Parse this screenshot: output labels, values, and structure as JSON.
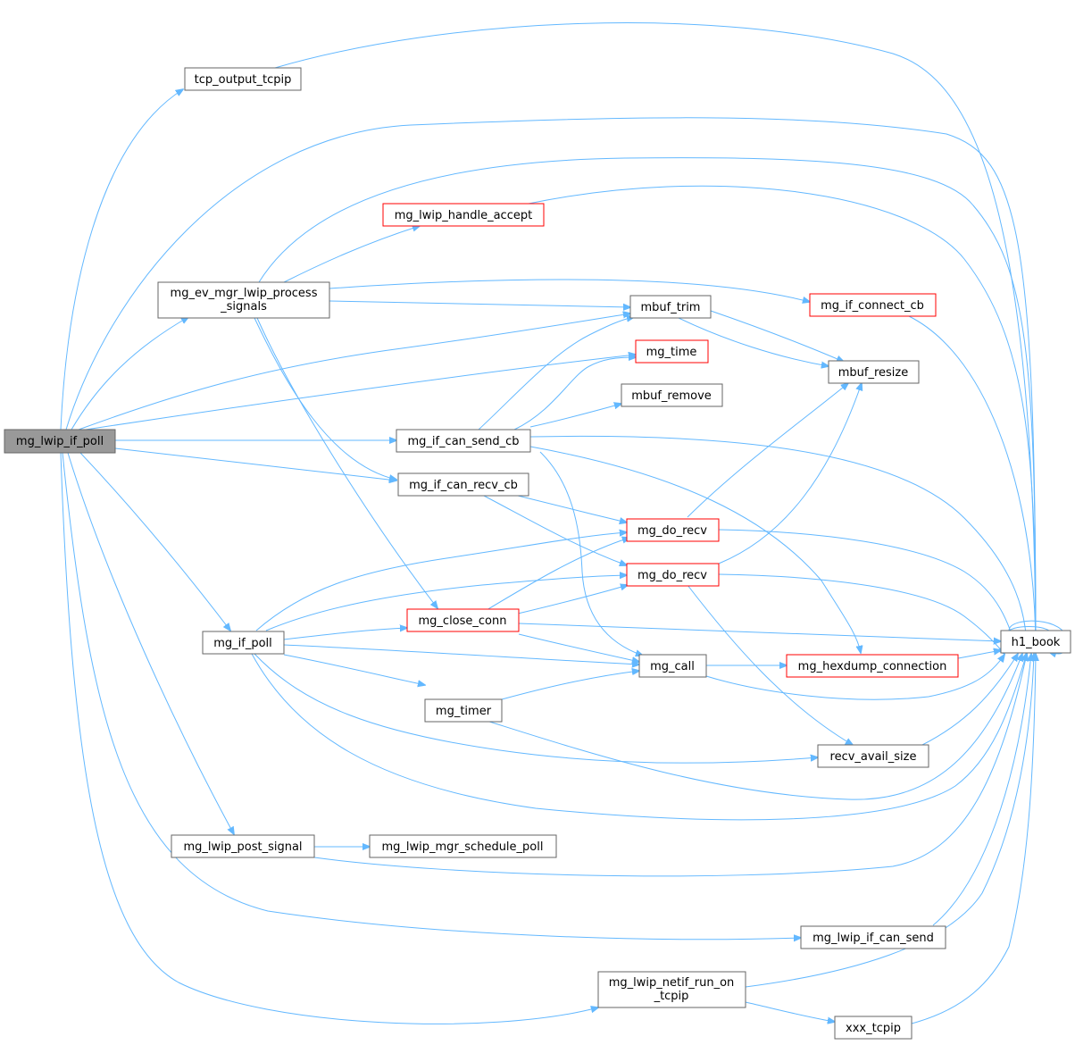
{
  "graph": {
    "colors": {
      "edge": "#63b8ff",
      "node_border": "#666666",
      "truncated_border": "#ff0000",
      "root_fill": "#999999"
    },
    "nodes": {
      "root": {
        "lines": [
          "mg_lwip_if_poll"
        ],
        "style": "root"
      },
      "tcp_output": {
        "lines": [
          "tcp_output_tcpip"
        ]
      },
      "handle_accept": {
        "lines": [
          "mg_lwip_handle_accept"
        ],
        "style": "trunc"
      },
      "ev_mgr": {
        "lines": [
          "mg_ev_mgr_lwip_process",
          "_signals"
        ]
      },
      "if_connect": {
        "lines": [
          "mg_if_connect_cb"
        ],
        "style": "trunc"
      },
      "mbuf_trim": {
        "lines": [
          "mbuf_trim"
        ]
      },
      "mg_time": {
        "lines": [
          "mg_time"
        ],
        "style": "trunc"
      },
      "mbuf_resize": {
        "lines": [
          "mbuf_resize"
        ]
      },
      "mbuf_remove": {
        "lines": [
          "mbuf_remove"
        ]
      },
      "can_send": {
        "lines": [
          "mg_if_can_send_cb"
        ]
      },
      "can_recv": {
        "lines": [
          "mg_if_can_recv_cb"
        ]
      },
      "do_recv1": {
        "lines": [
          "mg_do_recv"
        ],
        "style": "trunc"
      },
      "do_recv2": {
        "lines": [
          "mg_do_recv"
        ],
        "style": "trunc"
      },
      "close_conn": {
        "lines": [
          "mg_close_conn"
        ],
        "style": "trunc"
      },
      "if_poll": {
        "lines": [
          "mg_if_poll"
        ]
      },
      "h1_book": {
        "lines": [
          "h1_book"
        ]
      },
      "mg_call": {
        "lines": [
          "mg_call"
        ]
      },
      "hexdump": {
        "lines": [
          "mg_hexdump_connection"
        ],
        "style": "trunc"
      },
      "mg_timer": {
        "lines": [
          "mg_timer"
        ]
      },
      "recv_avail": {
        "lines": [
          "recv_avail_size"
        ]
      },
      "post_signal": {
        "lines": [
          "mg_lwip_post_signal"
        ]
      },
      "schedule_poll": {
        "lines": [
          "mg_lwip_mgr_schedule_poll"
        ]
      },
      "if_can_send": {
        "lines": [
          "mg_lwip_if_can_send"
        ]
      },
      "netif_run": {
        "lines": [
          "mg_lwip_netif_run_on",
          "_tcpip"
        ]
      },
      "xxx_tcpip": {
        "lines": [
          "xxx_tcpip"
        ]
      }
    }
  }
}
